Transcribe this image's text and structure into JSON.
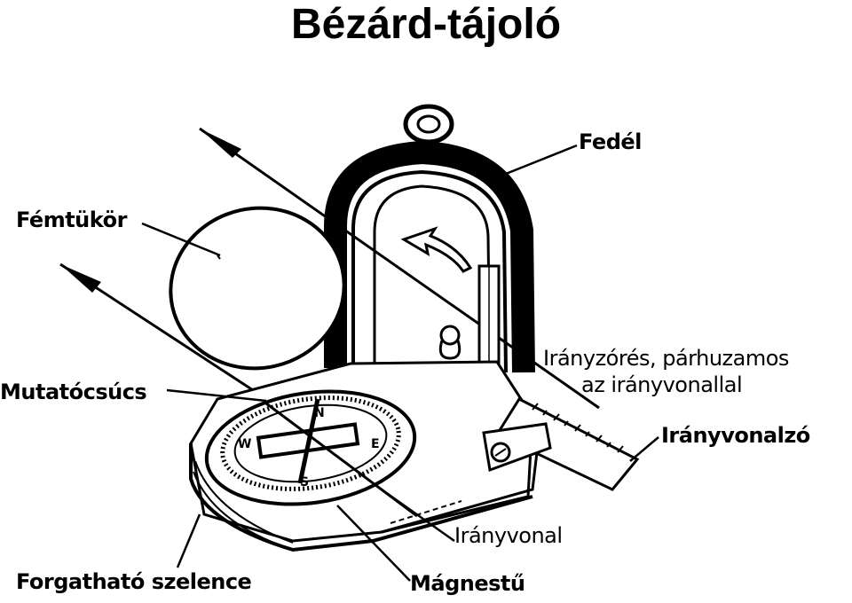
{
  "title": "Bézárd-tájoló",
  "labels": {
    "fedel": "Fedél",
    "femtukor": "Fémtükör",
    "mutatocsucs": "Mutatócsúcs",
    "iranyzores_1": "Irányzórés, párhuzamos",
    "iranyzores_2": "az irányvonallal",
    "iranyvonalzo": "Irányvonalzó",
    "iranyvonal": "Irányvonal",
    "forgathato_szelence": "Forgatható szelence",
    "magnestu": "Mágnestű"
  },
  "dial": {
    "north_marker": "N",
    "east_marker": "E",
    "west_marker": "W",
    "south_marker": "S"
  }
}
